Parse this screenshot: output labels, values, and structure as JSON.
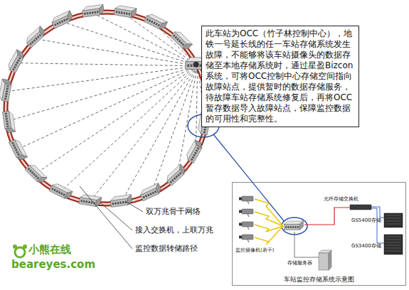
{
  "diagram": {
    "nodes": [
      {
        "text": [
          "此车站为OCC（竹子林控制中心），地铁一号延长线的任一车站存储系统发生故障，不能够将该车站摄像头的数据存储至本地存储系统时，通过星盈Bizcon系统，可将OCC控制中心存储空间指向故障站点，提供暂时的数据存储服务，待故障车站存储系统修复后，再将OCC暂存数据导入故障站点，保障监控数据的可用性和完整性。"
        ]
      },
      {
        "text": [
          "车站监控存储系统示意图"
        ]
      }
    ],
    "labels": [
      "双万兆骨干网络",
      "接入交换机，上联万兆",
      "监控数据转储路径",
      "小熊在线",
      "beareyes.com",
      "光纤存储交换机",
      "GS5400存储",
      "GS3400存储",
      "存储服务器",
      "监控摄像机(若干)"
    ]
  }
}
